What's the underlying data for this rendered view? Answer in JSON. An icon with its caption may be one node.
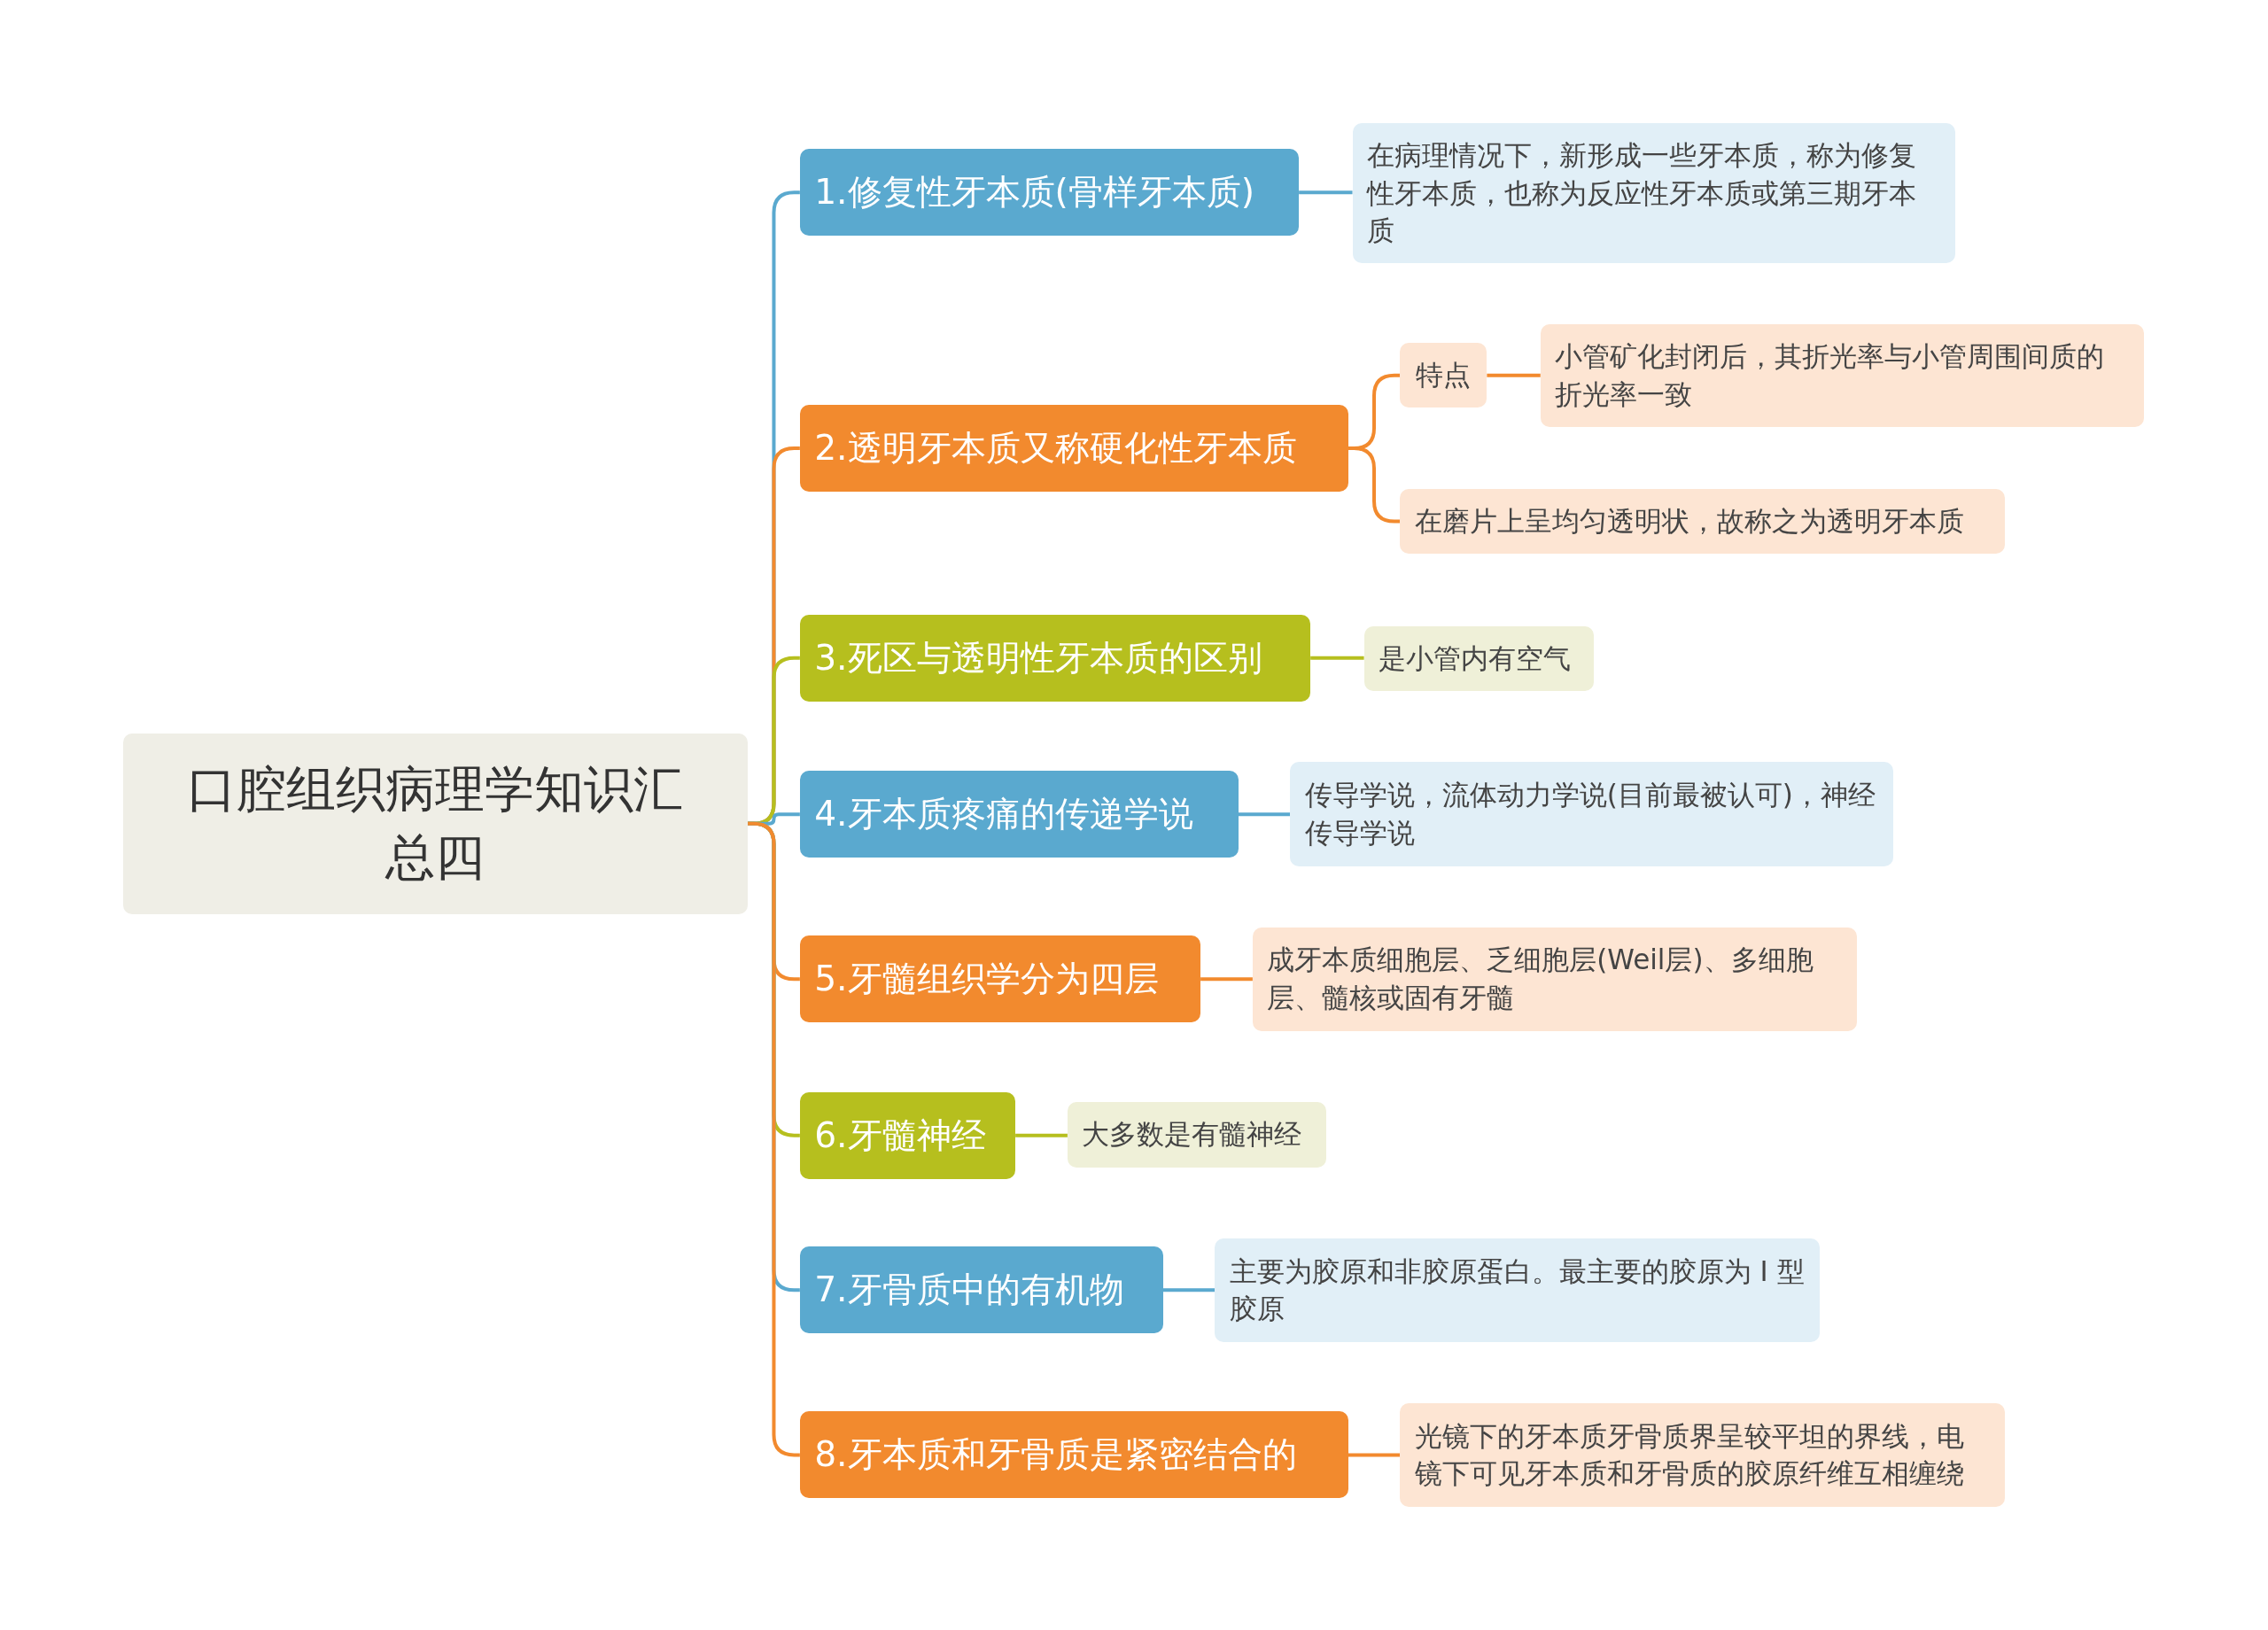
{
  "diagram": {
    "nodes": [
      {
        "text": [
          "口腔组织病理学知识汇总四"
        ]
      },
      {
        "text": [
          "1.修复性牙本质(骨样牙本质)"
        ]
      },
      {
        "text": [
          "在病理情况下，新形成一些牙本质，称为修复性牙本质，也称为反应性牙本质或第三期牙本质"
        ]
      },
      {
        "text": [
          "2.透明牙本质又称硬化性牙本质"
        ]
      },
      {
        "text": [
          "特点"
        ]
      },
      {
        "text": [
          "小管矿化封闭后，其折光率与小管周围间质的折光率一致"
        ]
      },
      {
        "text": [
          "在磨片上呈均匀透明状，故称之为透明牙本质"
        ]
      },
      {
        "text": [
          "3.死区与透明性牙本质的区别"
        ]
      },
      {
        "text": [
          "是小管内有空气"
        ]
      },
      {
        "text": [
          "4.牙本质疼痛的传递学说"
        ]
      },
      {
        "text": [
          "传导学说，流体动力学说(目前最被认可)，神经传导学说"
        ]
      },
      {
        "text": [
          "5.牙髓组织学分为四层"
        ]
      },
      {
        "text": [
          "成牙本质细胞层、乏细胞层(Weil层)、多细胞层、髓核或固有牙髓"
        ]
      },
      {
        "text": [
          "6.牙髓神经"
        ]
      },
      {
        "text": [
          "大多数是有髓神经"
        ]
      },
      {
        "text": [
          "7.牙骨质中的有机物"
        ]
      },
      {
        "text": [
          "主要为胶原和非胶原蛋白。最主要的胶原为 I 型胶原"
        ]
      },
      {
        "text": [
          "8.牙本质和牙骨质是紧密结合的"
        ]
      },
      {
        "text": [
          "光镜下的牙本质牙骨质界呈较平坦的界线，电镜下可见牙本质和牙骨质的胶原纤维互相缠绕"
        ]
      }
    ],
    "edges": [
      {
        "from": 0,
        "to": 1,
        "arrow": "none",
        "color": "#5aa9cf"
      },
      {
        "from": 1,
        "to": 2,
        "arrow": "none",
        "color": "#5aa9cf"
      },
      {
        "from": 0,
        "to": 3,
        "arrow": "none",
        "color": "#f28a2e"
      },
      {
        "from": 3,
        "to": 4,
        "arrow": "none",
        "color": "#f28a2e"
      },
      {
        "from": 4,
        "to": 5,
        "arrow": "none",
        "color": "#f28a2e"
      },
      {
        "from": 3,
        "to": 6,
        "arrow": "none",
        "color": "#f28a2e"
      },
      {
        "from": 0,
        "to": 7,
        "arrow": "none",
        "color": "#b6bf1e"
      },
      {
        "from": 7,
        "to": 8,
        "arrow": "none",
        "color": "#b6bf1e"
      },
      {
        "from": 0,
        "to": 9,
        "arrow": "none",
        "color": "#5aa9cf"
      },
      {
        "from": 9,
        "to": 10,
        "arrow": "none",
        "color": "#5aa9cf"
      },
      {
        "from": 0,
        "to": 11,
        "arrow": "none",
        "color": "#f28a2e"
      },
      {
        "from": 11,
        "to": 12,
        "arrow": "none",
        "color": "#f28a2e"
      },
      {
        "from": 0,
        "to": 13,
        "arrow": "none",
        "color": "#b6bf1e"
      },
      {
        "from": 13,
        "to": 14,
        "arrow": "none",
        "color": "#b6bf1e"
      },
      {
        "from": 0,
        "to": 15,
        "arrow": "none",
        "color": "#5aa9cf"
      },
      {
        "from": 15,
        "to": 16,
        "arrow": "none",
        "color": "#5aa9cf"
      },
      {
        "from": 0,
        "to": 17,
        "arrow": "none",
        "color": "#f28a2e"
      },
      {
        "from": 17,
        "to": 18,
        "arrow": "none",
        "color": "#f28a2e"
      }
    ]
  }
}
